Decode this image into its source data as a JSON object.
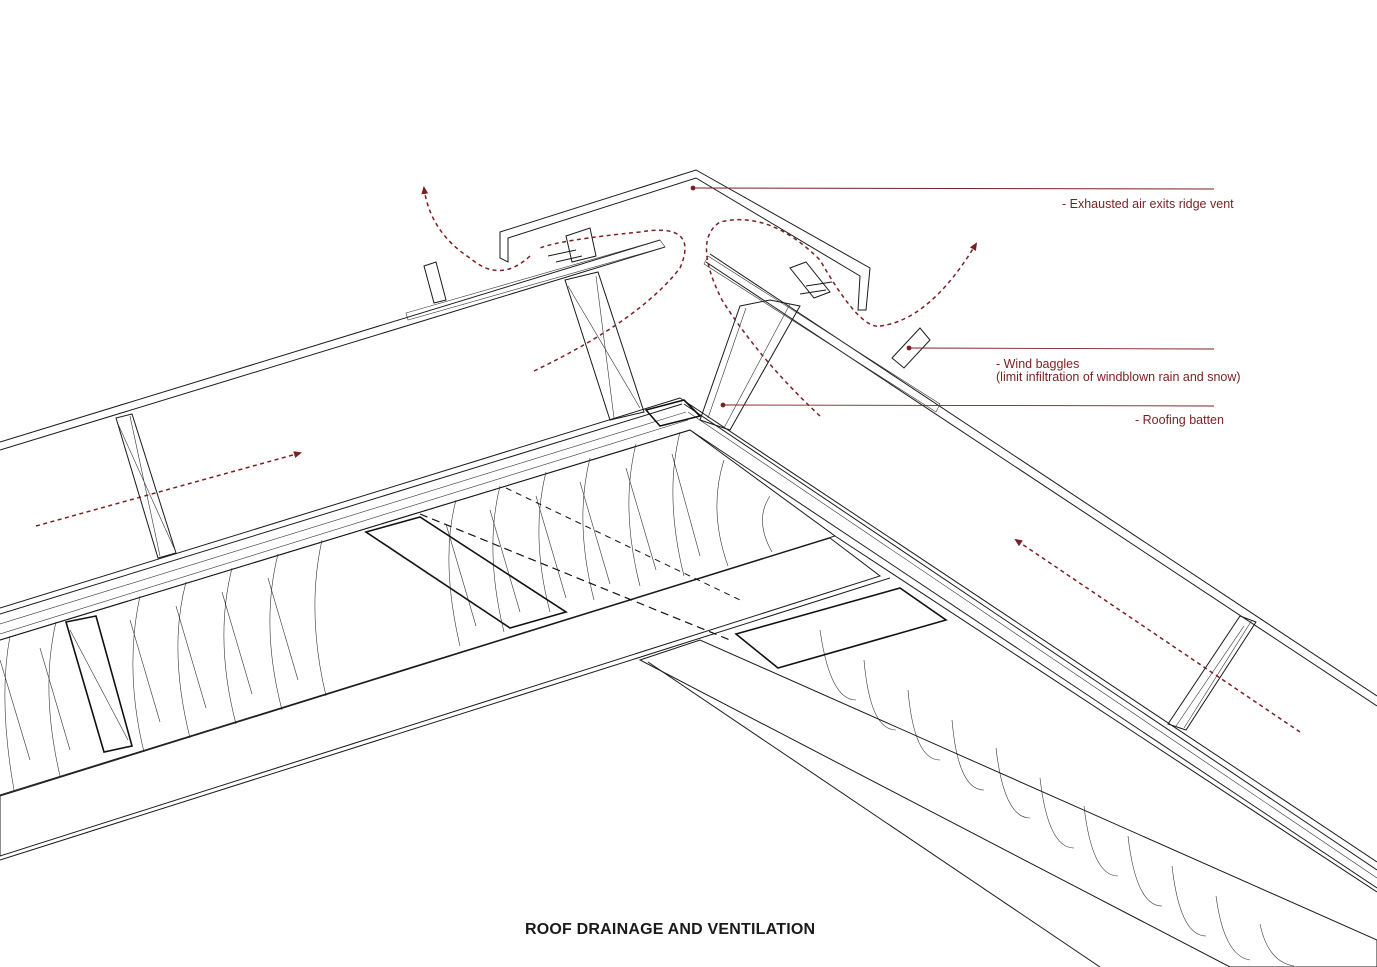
{
  "title": "ROOF DRAINAGE AND VENTILATION",
  "annotations": {
    "ridge_vent": "- Exhausted air exits ridge vent",
    "wind_baggles_line1": "- Wind baggles",
    "wind_baggles_line2": "(limit infiltration of windblown rain and snow)",
    "roofing_batten": "- Roofing batten"
  },
  "colors": {
    "annotation": "#7a1f22",
    "linework": "#1a1a1a",
    "background": "#ffffff"
  }
}
